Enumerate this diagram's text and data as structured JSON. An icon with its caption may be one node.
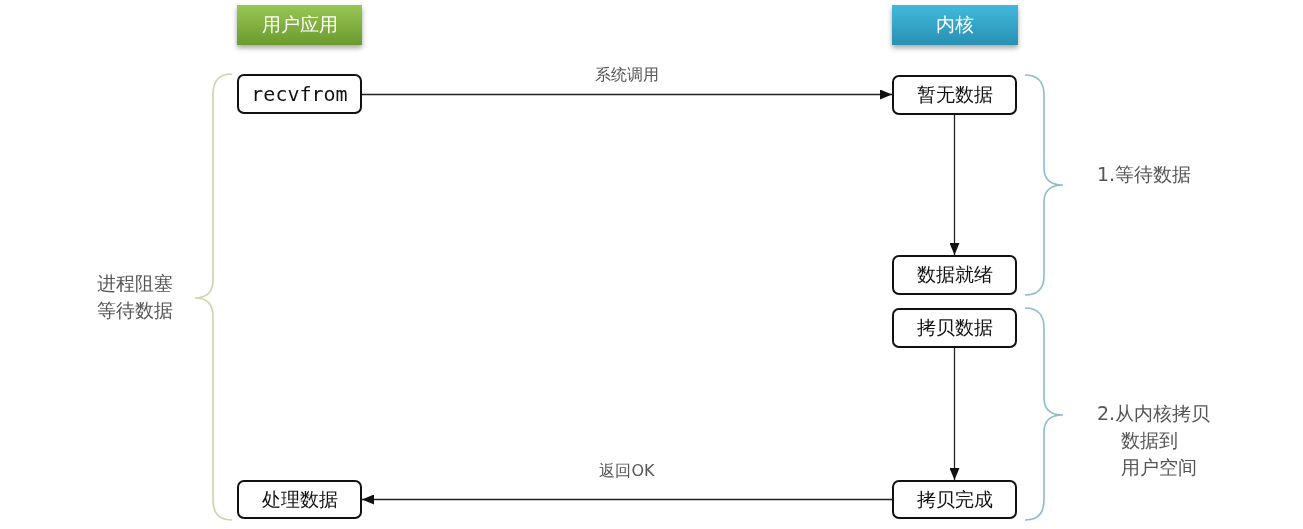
{
  "diagram": {
    "nodes": [
      {
        "text": [
          "用户应用"
        ]
      },
      {
        "text": [
          "内核"
        ]
      },
      {
        "text": [
          "recvfrom"
        ]
      },
      {
        "text": [
          "暂无数据"
        ]
      },
      {
        "text": [
          "数据就绪"
        ]
      },
      {
        "text": [
          "拷贝数据"
        ]
      },
      {
        "text": [
          "处理数据"
        ]
      },
      {
        "text": [
          "拷贝完成"
        ]
      }
    ],
    "edges": [
      {
        "from": 2,
        "to": 3,
        "arrow": "to",
        "label": "系统调用"
      },
      {
        "from": 3,
        "to": 4,
        "arrow": "to"
      },
      {
        "from": 5,
        "to": 7,
        "arrow": "to"
      },
      {
        "from": 7,
        "to": 6,
        "arrow": "to",
        "label": "返回OK"
      }
    ],
    "labels": [
      "1.等待数据",
      "进程阻塞等待数据",
      "2.从内核拷贝数据到用户空间"
    ]
  }
}
